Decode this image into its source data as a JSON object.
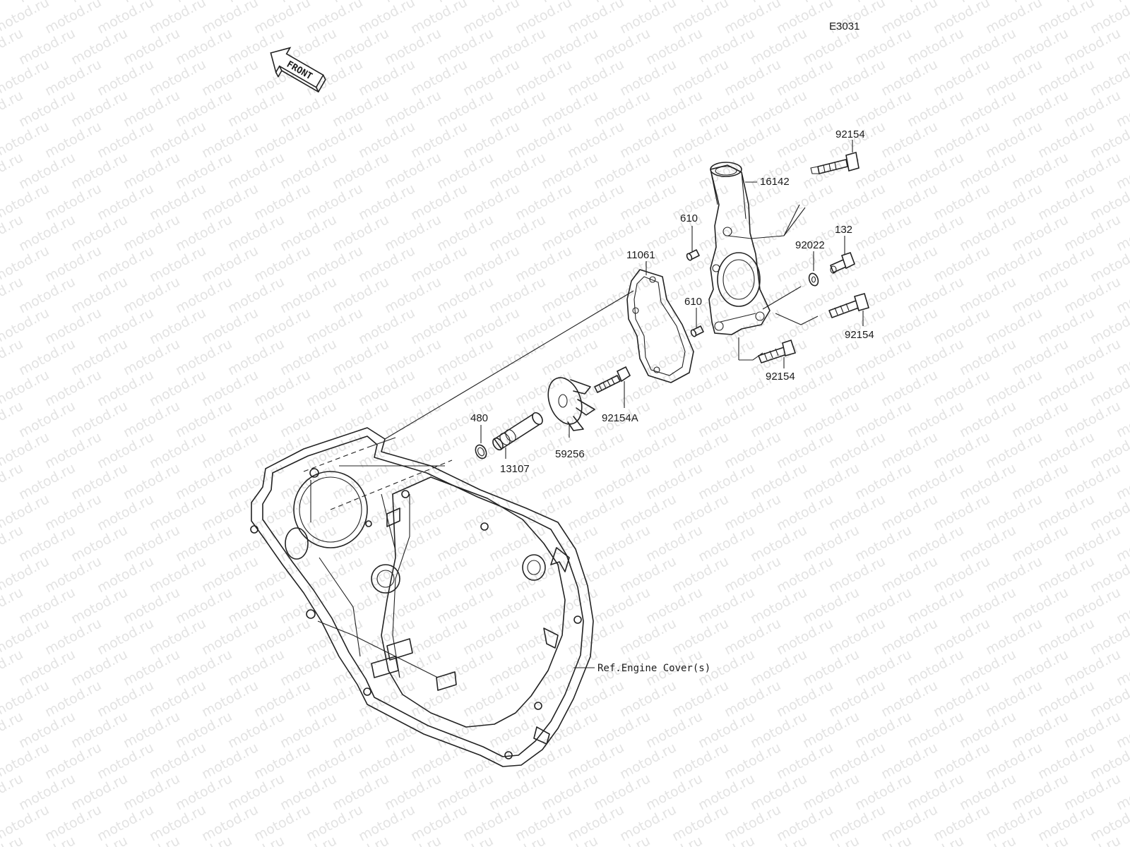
{
  "diagram_code": "E3031",
  "front_arrow_label": "FRONT",
  "watermark_text": "motod.ru",
  "callouts": {
    "p16142": "16142",
    "p92154_top": "92154",
    "p610_top": "610",
    "p132": "132",
    "p92022": "92022",
    "p11061": "11061",
    "p610_mid": "610",
    "p92154_right": "92154",
    "p92154_bottom": "92154",
    "p92154A": "92154A",
    "p480": "480",
    "p13107": "13107",
    "p59256": "59256"
  },
  "reference_note": "Ref.Engine Cover(s)"
}
